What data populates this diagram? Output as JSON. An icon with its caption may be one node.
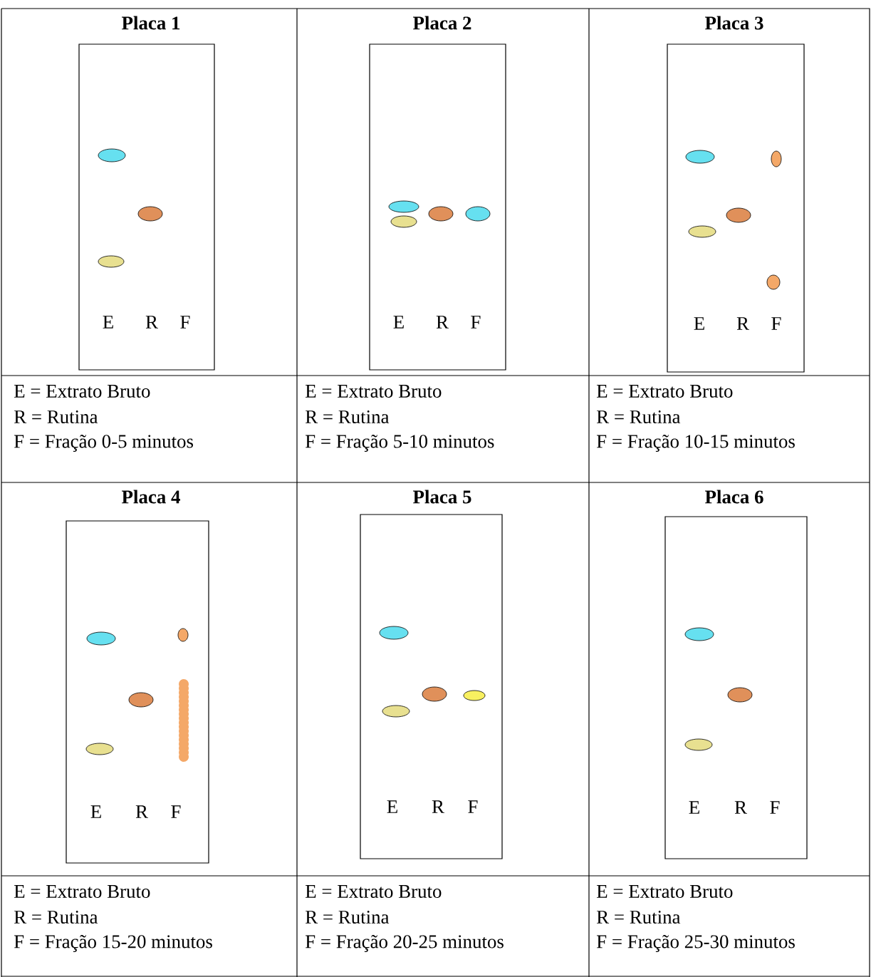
{
  "diagram": {
    "nodes": [
      {
        "text": [
          "Placa 1",
          "E",
          "R",
          "F"
        ]
      },
      {
        "text": [
          "Placa 2",
          "E",
          "R",
          "F"
        ]
      },
      {
        "text": [
          "Placa 3",
          "E",
          "R",
          "F"
        ]
      },
      {
        "text": [
          "Placa 4",
          "E",
          "R",
          "F"
        ]
      },
      {
        "text": [
          "Placa 5",
          "E",
          "R",
          "F"
        ]
      },
      {
        "text": [
          "Placa 6",
          "E",
          "R",
          "F"
        ]
      }
    ],
    "labels": [
      "E = Extrato Bruto",
      "R = Rutina",
      "F = Fração 0-5 minutos",
      "E = Extrato Bruto",
      "R = Rutina",
      "F = Fração 5-10 minutos",
      "E = Extrato Bruto",
      "R = Rutina",
      "F = Fração 10-15 minutos",
      "E = Extrato Bruto",
      "R = Rutina",
      "F = Fração 15-20 minutos",
      "E = Extrato Bruto",
      "R = Rutina",
      "F = Fração 20-25 minutos",
      "E = Extrato Bruto",
      "R = Rutina",
      "F = Fração 25-30 minutos"
    ]
  }
}
